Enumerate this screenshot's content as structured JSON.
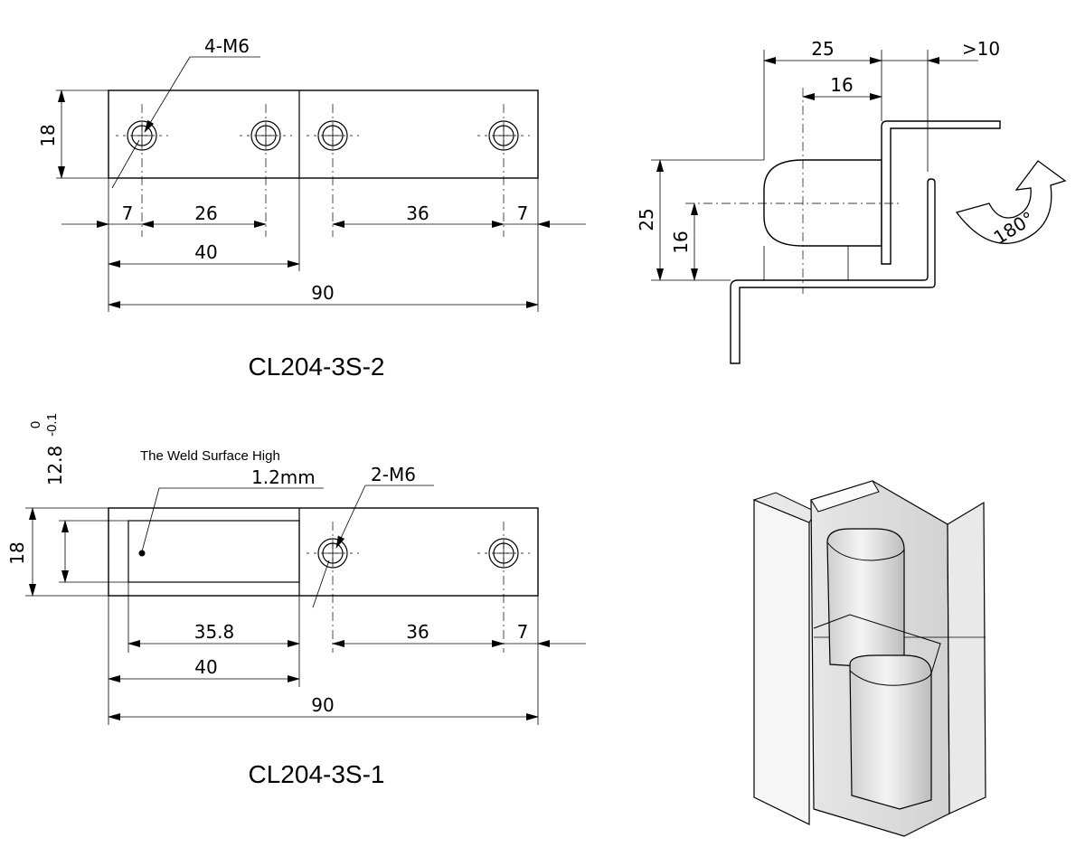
{
  "top_view_2": {
    "title": "CL204-3S-2",
    "thread_note": "4-M6",
    "dims": {
      "height": "18",
      "edge_left": "7",
      "hole_spacing": "26",
      "right_spacing": "36",
      "edge_right": "7",
      "half_length": "40",
      "total_length": "90"
    }
  },
  "top_view_1": {
    "title": "CL204-3S-1",
    "weld_note": "The Weld Surface High",
    "weld_value": "1.2mm",
    "thread_note": "2-M6",
    "tolerance_value": "12.8",
    "tolerance_upper": "0",
    "tolerance_lower": "-0.1",
    "dims": {
      "height": "18",
      "weld_length": "35.8",
      "half_length": "40",
      "right_spacing": "36",
      "edge_right": "7",
      "total_length": "90"
    }
  },
  "side_view": {
    "dims": {
      "width": "25",
      "clearance": ">10",
      "pin_offset": "16",
      "height": "25",
      "pin_height": "16"
    },
    "rotation_label": "180°"
  }
}
